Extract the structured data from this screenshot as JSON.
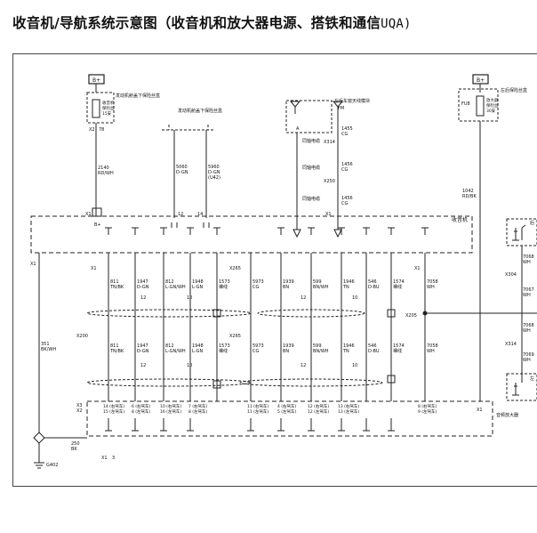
{
  "title": {
    "main": "收音机/导航系统示意图（收音机和放大器电源、搭铁和通信",
    "code": "UQA)"
  },
  "labels": {
    "bplus": "B+",
    "engine_fuse": "发动机舱盖下保险丝盒",
    "engine_fuse2": "发动机舱盖下保险丝盒",
    "radio_fuse": [
      "收音机",
      "保险丝",
      "15安"
    ],
    "amp_fuse_box": "左后保险丝盒",
    "amp_fuse": [
      "放大器",
      "保险丝",
      "30安"
    ],
    "antenna_module": "左后车窗天线模块",
    "am": "A",
    "fm": "FM",
    "coax": "同轴电缆",
    "radio": "收音机",
    "amp": "音频放大器",
    "fus": "FU8",
    "rear_spk": "后",
    "left_spk": "左",
    "g": "G402"
  },
  "connectors": [
    "X2",
    "X1",
    "X1",
    "X314",
    "X1",
    "X250",
    "X1",
    "X1",
    "X200",
    "X265",
    "X265",
    "X3",
    "X2",
    "X1",
    "X304",
    "X205",
    "X314",
    "X1",
    "X1",
    "X1"
  ],
  "top_wires": [
    {
      "circuit": "2140",
      "color": "RD/WH"
    },
    {
      "circuit": "5060",
      "color": "D-GN"
    },
    {
      "circuit": "5960",
      "color": "D-GN",
      "note": "(U42)"
    },
    {
      "circuit": "1455",
      "color": "CG"
    },
    {
      "circuit": "1456",
      "color": "CG"
    },
    {
      "circuit": "1042",
      "color": "RD/BK"
    }
  ],
  "mid_wires": [
    {
      "circuit": "811",
      "color": "TN/BK"
    },
    {
      "circuit": "1947",
      "color": "D-GN"
    },
    {
      "circuit": "812",
      "color": "L-GN/WH"
    },
    {
      "circuit": "1948",
      "color": "L-GN"
    },
    {
      "circuit": "1573",
      "color": "裸线"
    },
    {
      "circuit": "5973",
      "color": "CG"
    },
    {
      "circuit": "1939",
      "color": "BN"
    },
    {
      "circuit": "599",
      "color": "BN/WH"
    },
    {
      "circuit": "1946",
      "color": "TN"
    },
    {
      "circuit": "546",
      "color": "D-BU"
    },
    {
      "circuit": "1574",
      "color": "裸线"
    },
    {
      "circuit": "7058",
      "color": "WH"
    }
  ],
  "ground_wire": {
    "circuit": "351",
    "color": "BK/WH"
  },
  "ground_wire2": {
    "circuit": "250",
    "color": "BK"
  },
  "amp_pins": [
    "14 (右驾车)",
    "15 (左驾车)",
    "6 (右驾车)",
    "8 (左驾车)",
    "10 (右驾车)",
    "16 (左驾车)",
    "7 (右驾车)",
    "8 (左驾车)",
    "11 (右驾车)",
    "11 (左驾车)",
    "4 (右驾车)",
    "5 (左驾车)",
    "12 (右驾车)",
    "12 (左驾车)",
    "13 (右驾车)",
    "13 (左驾车)",
    "8 (右驾车)",
    "9 (左驾车)"
  ],
  "twist_num": [
    "12",
    "10",
    "12",
    "10"
  ],
  "right_wires": [
    {
      "circuit": "7068",
      "color": "WH"
    },
    {
      "circuit": "7067",
      "color": "WH"
    },
    {
      "circuit": "7068",
      "color": "WH"
    },
    {
      "circuit": "7069",
      "color": "WH"
    }
  ]
}
